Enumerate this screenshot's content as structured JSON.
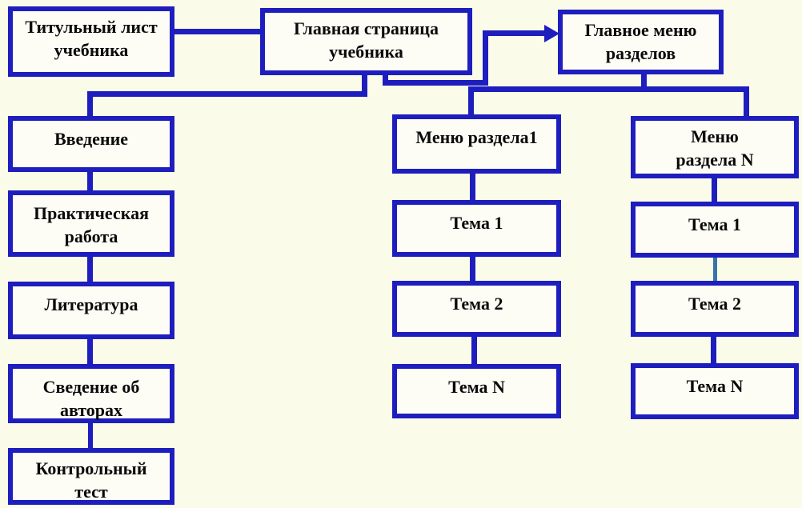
{
  "diagram": {
    "description": "Structure flowchart of an electronic textbook",
    "colors": {
      "background": "#FBFBEA",
      "box_fill": "#FDFDF6",
      "border_blue": "#1E1EBE",
      "connector_light_blue": "#3B74A8",
      "text": "#0A0A0A"
    },
    "nodes": {
      "title_page": {
        "label": "Титульный лист\nучебника"
      },
      "main_page": {
        "label": "Главная страница\nучебника"
      },
      "main_menu": {
        "label": "Главное меню\nразделов"
      },
      "left": [
        {
          "label": "Введение"
        },
        {
          "label": "Практическая\nработа"
        },
        {
          "label": "Литература"
        },
        {
          "label": "Сведение об\nавторах"
        },
        {
          "label": "Контрольный\nтест"
        }
      ],
      "section1": {
        "menu_label": "Меню раздела1",
        "topics": [
          "Тема 1",
          "Тема 2",
          "Тема N"
        ]
      },
      "section_n": {
        "menu_label": "Меню\nраздела N",
        "topics": [
          "Тема 1",
          "Тема 2",
          "Тема N"
        ]
      }
    }
  }
}
